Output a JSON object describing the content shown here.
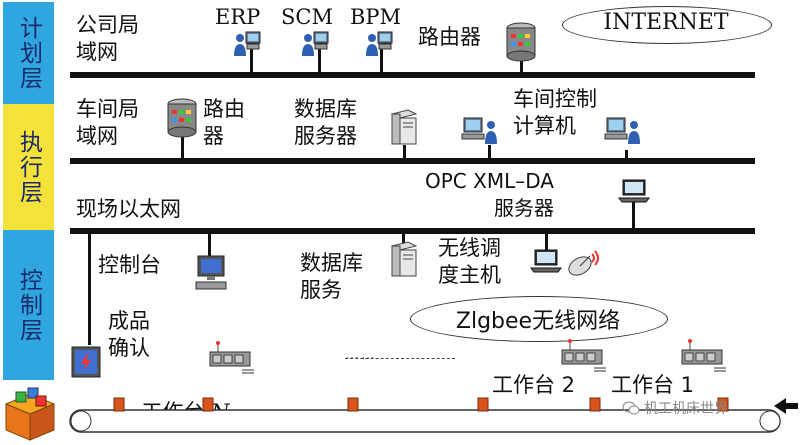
{
  "layers": {
    "plan": "计划层",
    "execute": "执行层",
    "control": "控制层"
  },
  "plan_layer": {
    "company_lan": "公司局\n域网",
    "erp": "ERP",
    "scm": "SCM",
    "bpm": "BPM",
    "router": "路由器",
    "internet": "INTERNET"
  },
  "execute_layer": {
    "workshop_lan": "车间局\n域网",
    "router": "路由\n器",
    "db_server": "数据库\n服务器",
    "workshop_control_pc": "车间控制\n计算机"
  },
  "fieldbus": {
    "field_ethernet": "现场以太网",
    "opc_server": "OPC XML–DA\n服务器"
  },
  "control_layer": {
    "console": "控制台",
    "db_service": "数据库\n服务",
    "wireless_host": "无线调\n度主机",
    "zigbee": "Zlgbee无线网络",
    "product_confirm": "成品\n确认",
    "station_n_prefix": "工作台 ",
    "station_n_var": "N",
    "station_2": "工作台 2",
    "station_1": "工作台 1",
    "dots": "……"
  },
  "watermark": "机工机床世界",
  "colors": {
    "plan_bg": "#2fa6e0",
    "execute_bg": "#f4e23a",
    "control_bg": "#2fa6e0",
    "bus": "#111111",
    "workpiece": "#d9541c"
  }
}
